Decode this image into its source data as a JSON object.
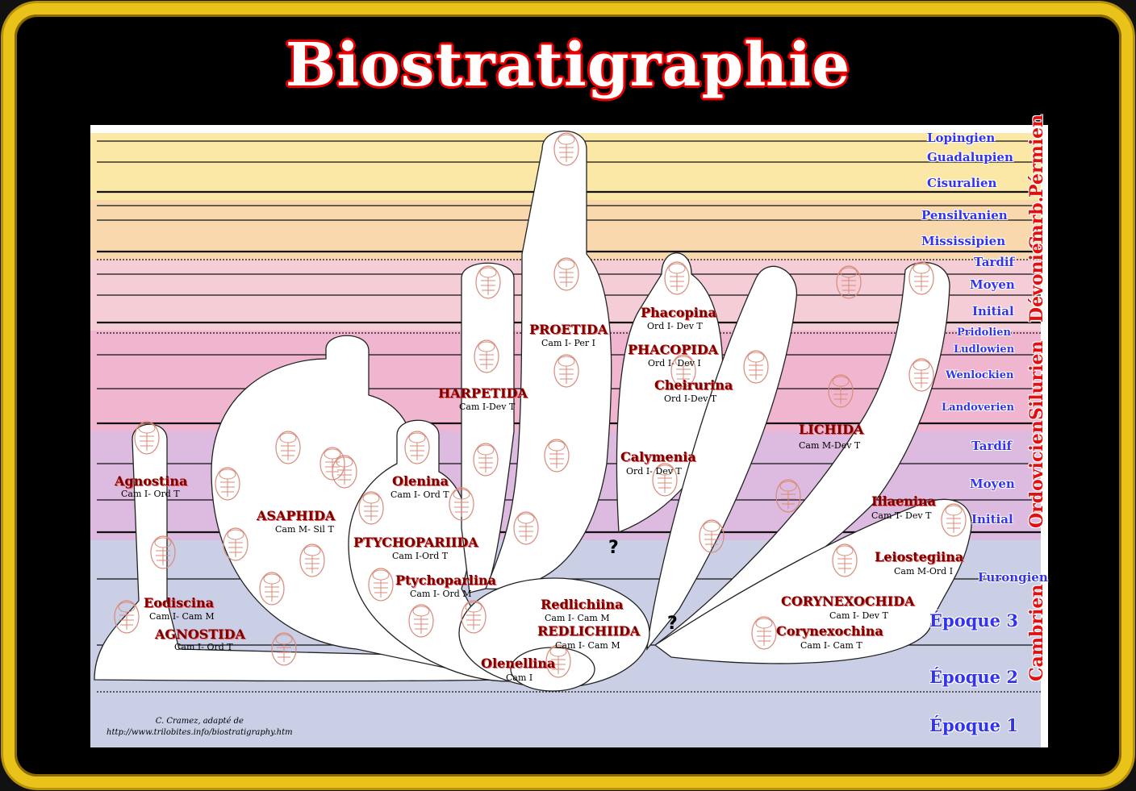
{
  "title": "Biostratigraphie",
  "periods": [
    {
      "name": "Pérmien",
      "color": "#fbe7a6",
      "epochs": [
        "Lopingien",
        "Guadalupien",
        "Cisuralien"
      ]
    },
    {
      "name": "Carb.",
      "color": "#f9d8ad",
      "epochs": [
        "Pensilvanien",
        "Mississipien"
      ]
    },
    {
      "name": "Dévonien",
      "color": "#f5cdd6",
      "epochs": [
        "Tardif",
        "Moyen",
        "Initial"
      ]
    },
    {
      "name": "Silurien",
      "color": "#f1b6cf",
      "epochs": [
        "Pridolien",
        "Ludlowien",
        "Wenlockien",
        "Landoverien"
      ]
    },
    {
      "name": "Ordovicien",
      "color": "#ddbadf",
      "epochs": [
        "Tardif",
        "Moyen",
        "Initial"
      ]
    },
    {
      "name": "Cambrien",
      "color": "#cbcfe6",
      "epochs": [
        "Furongien",
        "Époque 3",
        "Époque 2",
        "Époque 1"
      ]
    }
  ],
  "clades": [
    {
      "name": "Agnostina",
      "range": "Cam I- Ord T"
    },
    {
      "name": "Eodiscina",
      "range": "Cam I- Cam M"
    },
    {
      "name": "AGNOSTIDA",
      "range": "Cam I- Ord T"
    },
    {
      "name": "ASAPHIDA",
      "range": "Cam M- Sil T"
    },
    {
      "name": "Olenina",
      "range": "Cam I- Ord T"
    },
    {
      "name": "PTYCHOPARIIDA",
      "range": "Cam I-Ord T"
    },
    {
      "name": "Ptychoparlina",
      "range": "Cam I- Ord M"
    },
    {
      "name": "HARPETIDA",
      "range": "Cam I-Dev T"
    },
    {
      "name": "PROETIDA",
      "range": "Cam I- Per I"
    },
    {
      "name": "Phacopina",
      "range": "Ord I- Dev T"
    },
    {
      "name": "PHACOPIDA",
      "range": "Ord I- Dev I"
    },
    {
      "name": "Cheirurina",
      "range": "Ord I-Dev T"
    },
    {
      "name": "Calymenia",
      "range": "Ord I- Dev T"
    },
    {
      "name": "LICHIDA",
      "range": "Cam M-Dev T"
    },
    {
      "name": "Illaenina",
      "range": "Cam T- Dev T"
    },
    {
      "name": "Leiostegiina",
      "range": "Cam M-Ord I"
    },
    {
      "name": "CORYNEXOCHIDA",
      "range": "Cam I- Dev T"
    },
    {
      "name": "Corynexochina",
      "range": "Cam I- Cam T"
    },
    {
      "name": "Redlichiina",
      "range": "Cam I- Cam M"
    },
    {
      "name": "REDLICHIIDA",
      "range": "Cam I- Cam M"
    },
    {
      "name": "Olenellina",
      "range": "Cam I"
    }
  ],
  "unknown_mark": "?",
  "credit": {
    "line1": "C. Cramez, adapté de",
    "line2": "http://www.trilobites.info/biostratigraphy.htm"
  }
}
